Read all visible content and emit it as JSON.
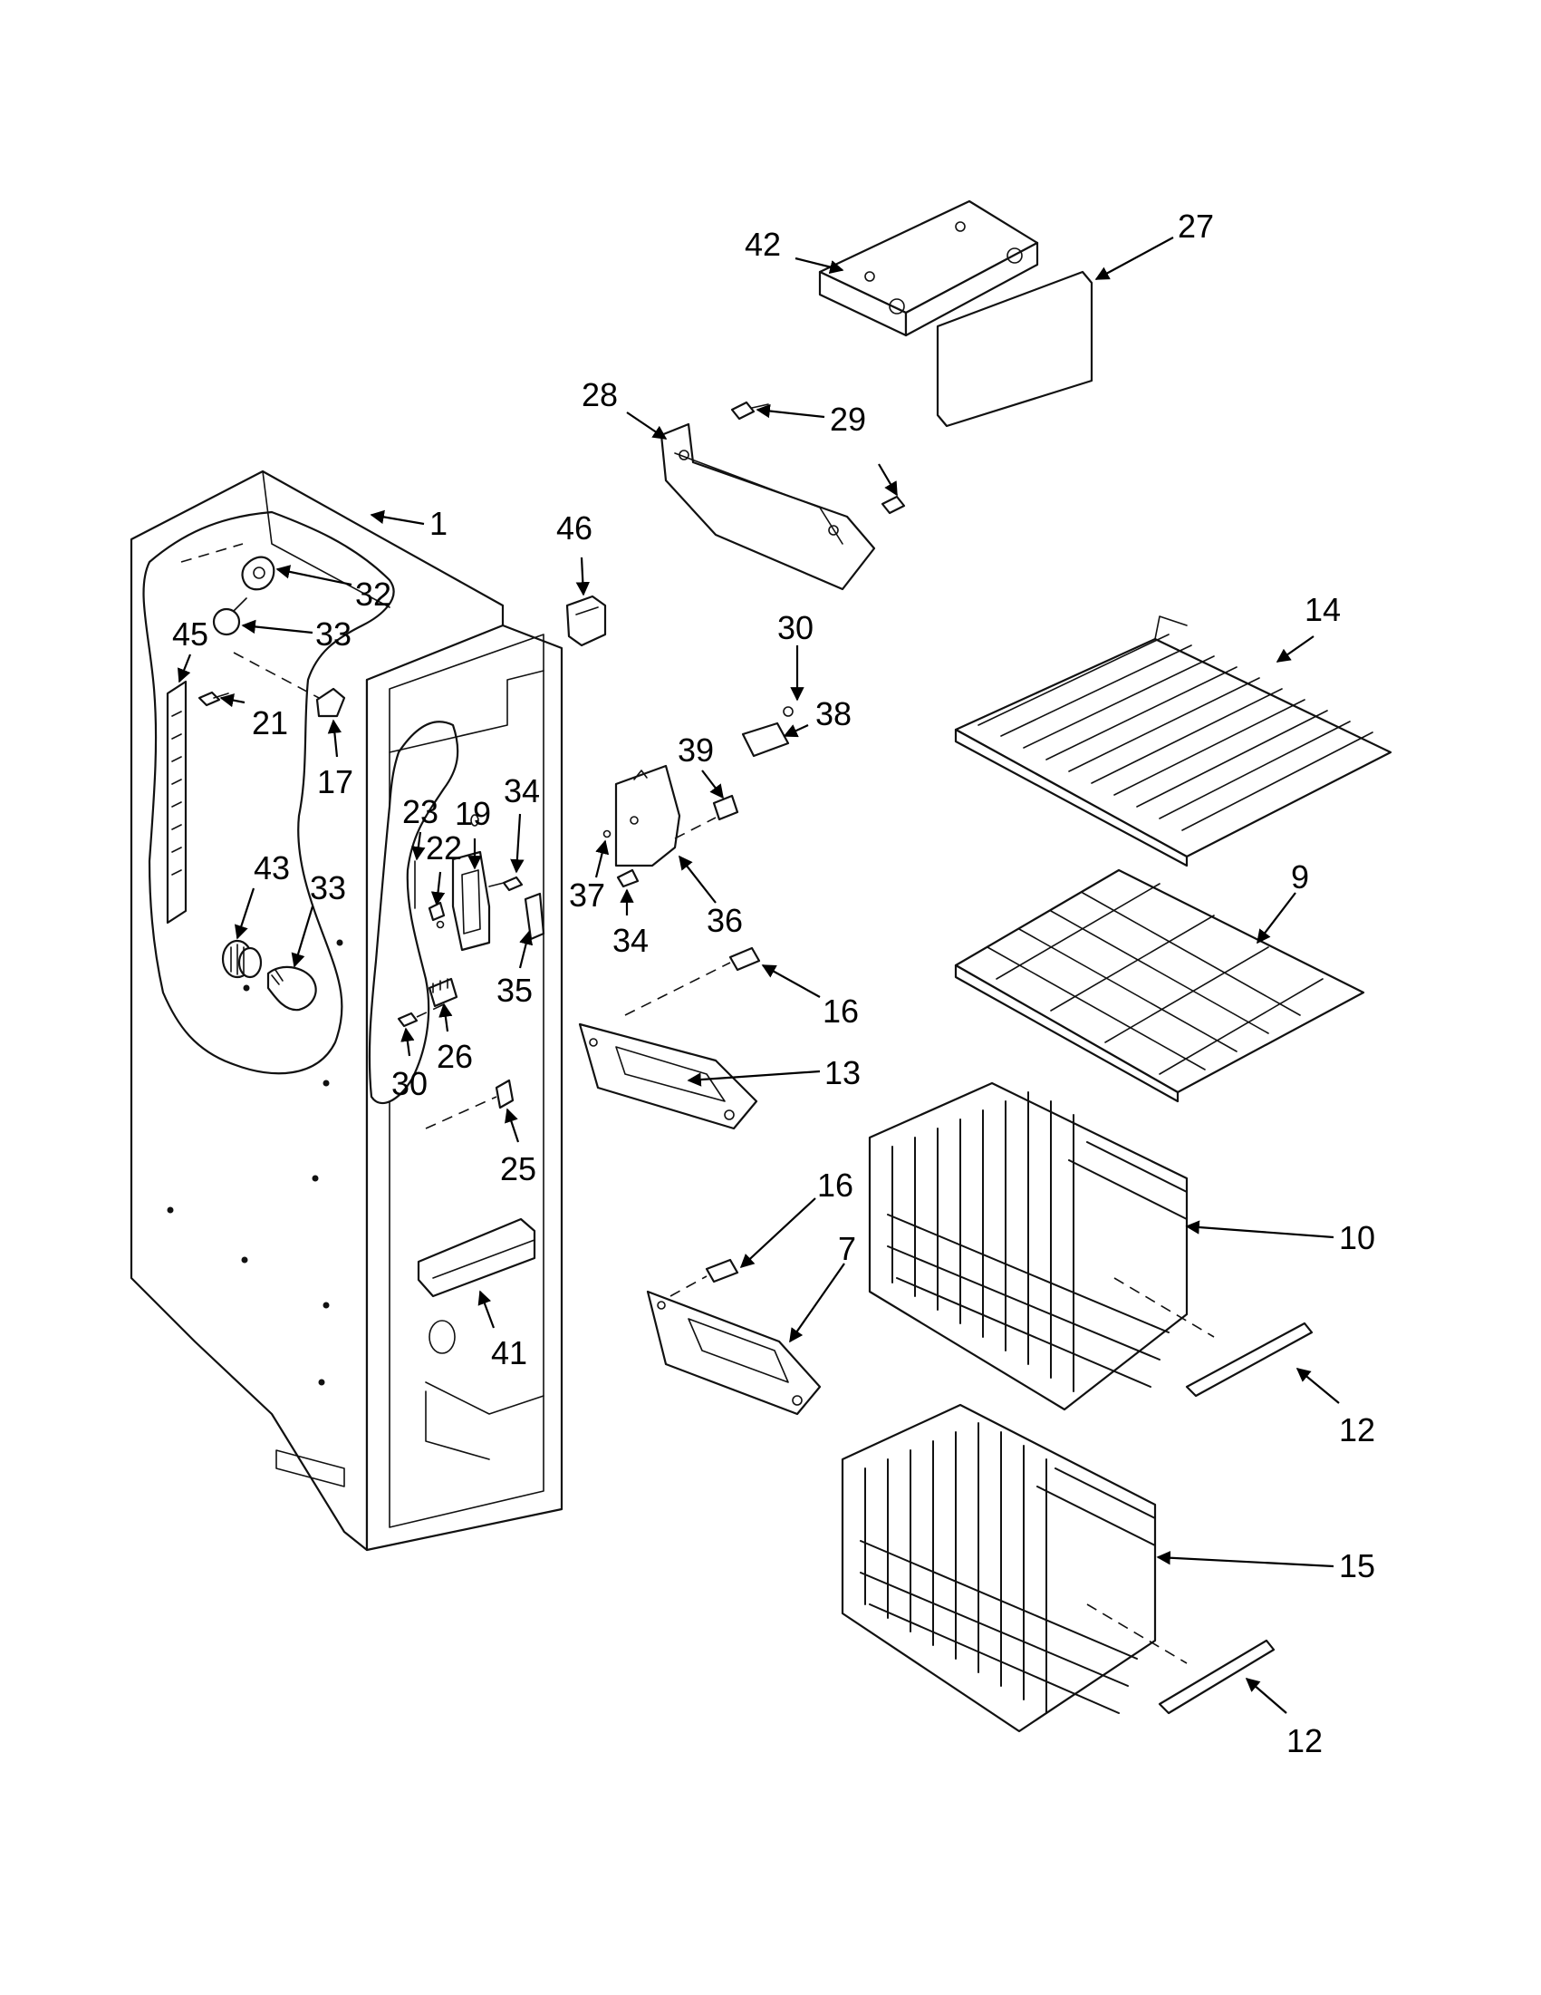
{
  "callouts": [
    {
      "id": "c1",
      "label": "1"
    },
    {
      "id": "c7",
      "label": "7"
    },
    {
      "id": "c9",
      "label": "9"
    },
    {
      "id": "c10",
      "label": "10"
    },
    {
      "id": "c12a",
      "label": "12"
    },
    {
      "id": "c12b",
      "label": "12"
    },
    {
      "id": "c13",
      "label": "13"
    },
    {
      "id": "c14",
      "label": "14"
    },
    {
      "id": "c15",
      "label": "15"
    },
    {
      "id": "c16a",
      "label": "16"
    },
    {
      "id": "c16b",
      "label": "16"
    },
    {
      "id": "c17",
      "label": "17"
    },
    {
      "id": "c19",
      "label": "19"
    },
    {
      "id": "c21",
      "label": "21"
    },
    {
      "id": "c22",
      "label": "22"
    },
    {
      "id": "c23",
      "label": "23"
    },
    {
      "id": "c25",
      "label": "25"
    },
    {
      "id": "c26",
      "label": "26"
    },
    {
      "id": "c27",
      "label": "27"
    },
    {
      "id": "c28",
      "label": "28"
    },
    {
      "id": "c29",
      "label": "29"
    },
    {
      "id": "c30a",
      "label": "30"
    },
    {
      "id": "c30b",
      "label": "30"
    },
    {
      "id": "c32",
      "label": "32"
    },
    {
      "id": "c33a",
      "label": "33"
    },
    {
      "id": "c33b",
      "label": "33"
    },
    {
      "id": "c34a",
      "label": "34"
    },
    {
      "id": "c34b",
      "label": "34"
    },
    {
      "id": "c35",
      "label": "35"
    },
    {
      "id": "c36",
      "label": "36"
    },
    {
      "id": "c37",
      "label": "37"
    },
    {
      "id": "c38",
      "label": "38"
    },
    {
      "id": "c39",
      "label": "39"
    },
    {
      "id": "c41",
      "label": "41"
    },
    {
      "id": "c42",
      "label": "42"
    },
    {
      "id": "c43",
      "label": "43"
    },
    {
      "id": "c45",
      "label": "45"
    },
    {
      "id": "c46",
      "label": "46"
    }
  ]
}
